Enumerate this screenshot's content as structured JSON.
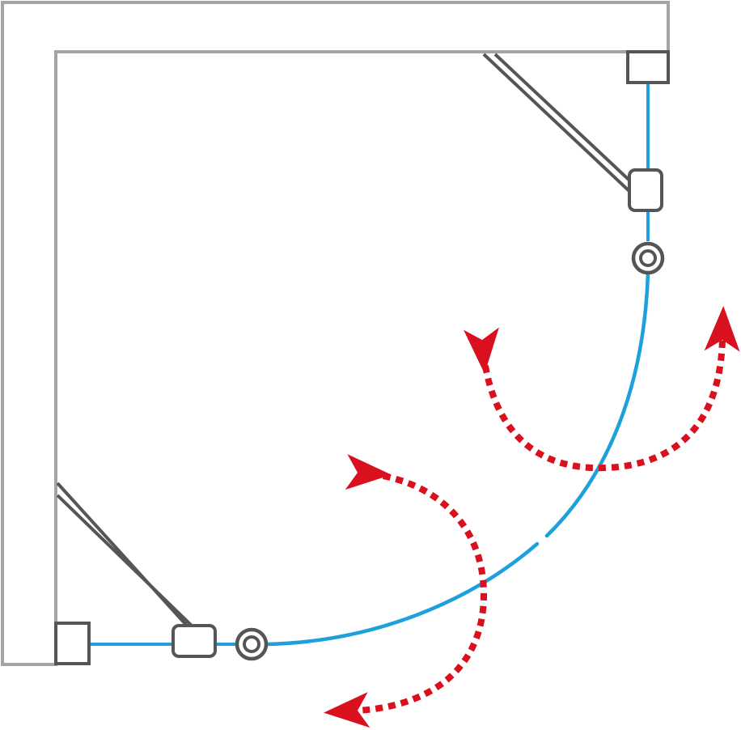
{
  "diagram": {
    "type": "shower-enclosure-plan-view",
    "colors": {
      "wall": "#a4a4a4",
      "hardware": "#555555",
      "glass": "#1ea0dc",
      "motion_arrow": "#d9101e",
      "background": "#ffffff"
    },
    "components": [
      {
        "name": "wall-frame",
        "kind": "corner-walls"
      },
      {
        "name": "fixed-panel-right",
        "kind": "fixed-glass-panel"
      },
      {
        "name": "fixed-panel-bottom",
        "kind": "fixed-glass-panel"
      },
      {
        "name": "wall-profile-top-right",
        "kind": "wall-profile"
      },
      {
        "name": "wall-profile-bottom-left",
        "kind": "wall-profile"
      },
      {
        "name": "panel-connector-right",
        "kind": "glass-connector"
      },
      {
        "name": "panel-connector-bottom",
        "kind": "glass-connector"
      },
      {
        "name": "hinge-right",
        "kind": "pivot-hinge"
      },
      {
        "name": "hinge-bottom",
        "kind": "pivot-hinge"
      },
      {
        "name": "curved-door-upper",
        "kind": "curved-sliding-door-leaf"
      },
      {
        "name": "curved-door-lower",
        "kind": "curved-sliding-door-leaf"
      },
      {
        "name": "support-bar-top",
        "kind": "stabilizer-bar"
      },
      {
        "name": "support-bar-left",
        "kind": "stabilizer-bar"
      }
    ],
    "door_motions": [
      {
        "name": "door-swing-upper",
        "directions": [
          "inward",
          "outward"
        ]
      },
      {
        "name": "door-swing-lower",
        "directions": [
          "inward",
          "outward"
        ]
      }
    ]
  }
}
